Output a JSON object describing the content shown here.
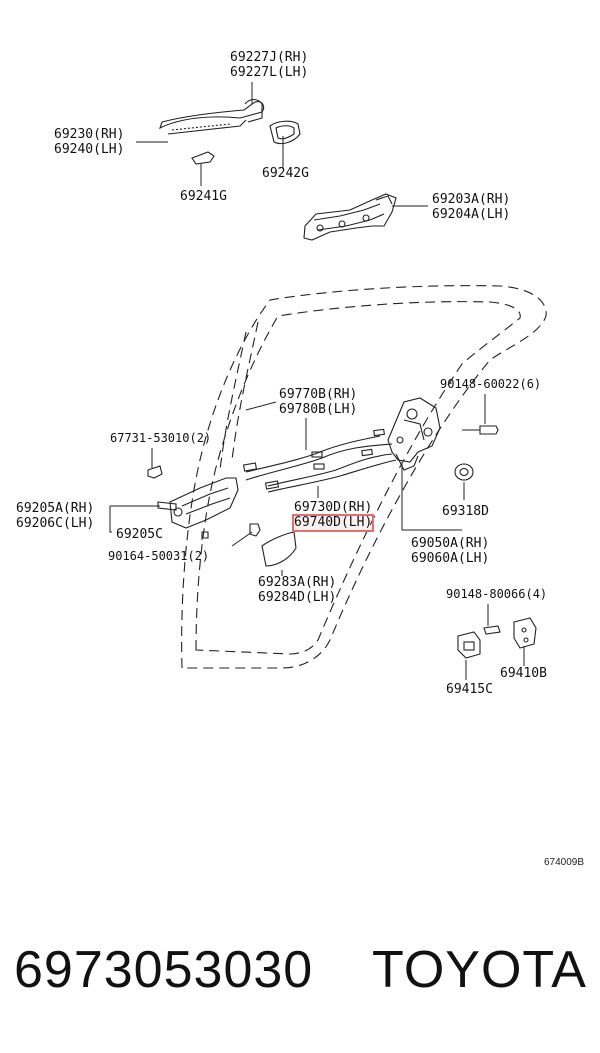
{
  "parts": {
    "p69227": [
      "69227J(RH)",
      "69227L(LH)"
    ],
    "p69230": [
      "69230(RH)",
      "69240(LH)"
    ],
    "p69242G": "69242G",
    "p69241G": "69241G",
    "p69203": [
      "69203A(RH)",
      "69204A(LH)"
    ],
    "p90148_60022": "90148-60022(6)",
    "p67731": "67731-53010(2)",
    "p69770": [
      "69770B(RH)",
      "69780B(LH)"
    ],
    "p69205A": [
      "69205A(RH)",
      "69206C(LH)"
    ],
    "p69205C": "69205C",
    "p90164": "90164-50031(2)",
    "p69730": [
      "69730D(RH)",
      "69740D(LH)"
    ],
    "p69318D": "69318D",
    "p69050": [
      "69050A(RH)",
      "69060A(LH)"
    ],
    "p69283": [
      "69283A(RH)",
      "69284D(LH)"
    ],
    "p90148_80066": "90148-80066(4)",
    "p69410B": "69410B",
    "p69415C": "69415C"
  },
  "figure_ref": "674009B",
  "footer": {
    "part_number": "6973053030",
    "brand": "TOYOTA"
  },
  "highlighted_part": "69740D(LH)",
  "colors": {
    "line": "#222222",
    "highlight": "#e07070"
  }
}
